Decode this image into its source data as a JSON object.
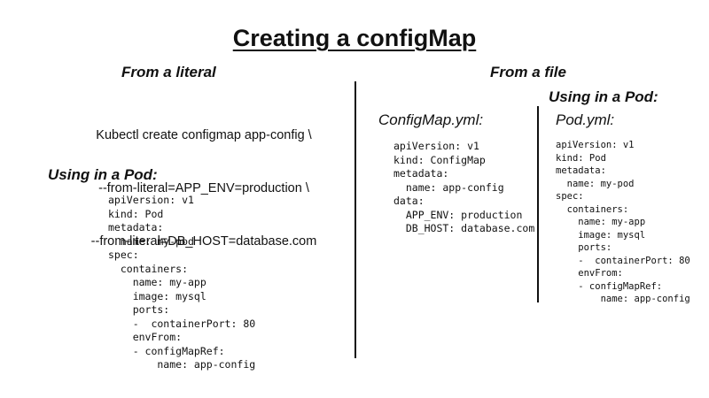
{
  "title": "Creating a configMap",
  "literal_section": {
    "heading": "From a literal",
    "command_lines": [
      "Kubectl create configmap app-config \\",
      "--from-literal=APP_ENV=production \\",
      "--from-literal=DB_HOST=database.com"
    ],
    "pod_heading": "Using in a Pod:",
    "pod_yaml_lines": [
      "apiVersion: v1",
      "kind: Pod",
      "metadata:",
      "  name: my-pod",
      "spec:",
      "  containers:",
      "    name: my-app",
      "    image: mysql",
      "    ports:",
      "    -  containerPort: 80",
      "    envFrom:",
      "    - configMapRef:",
      "        name: app-config"
    ]
  },
  "file_section": {
    "heading": "From a file",
    "configmap_filename": "ConfigMap.yml:",
    "configmap_yaml_lines": [
      "apiVersion: v1",
      "kind: ConfigMap",
      "metadata:",
      "  name: app-config",
      "data:",
      "  APP_ENV: production",
      "  DB_HOST: database.com"
    ],
    "pod_heading": "Using in a Pod:",
    "pod_filename": "Pod.yml:",
    "pod_yaml_lines": [
      "apiVersion: v1",
      "kind: Pod",
      "metadata:",
      "  name: my-pod",
      "spec:",
      "  containers:",
      "    name: my-app",
      "    image: mysql",
      "    ports:",
      "    -  containerPort: 80",
      "    envFrom:",
      "    - configMapRef:",
      "        name: app-config"
    ]
  }
}
